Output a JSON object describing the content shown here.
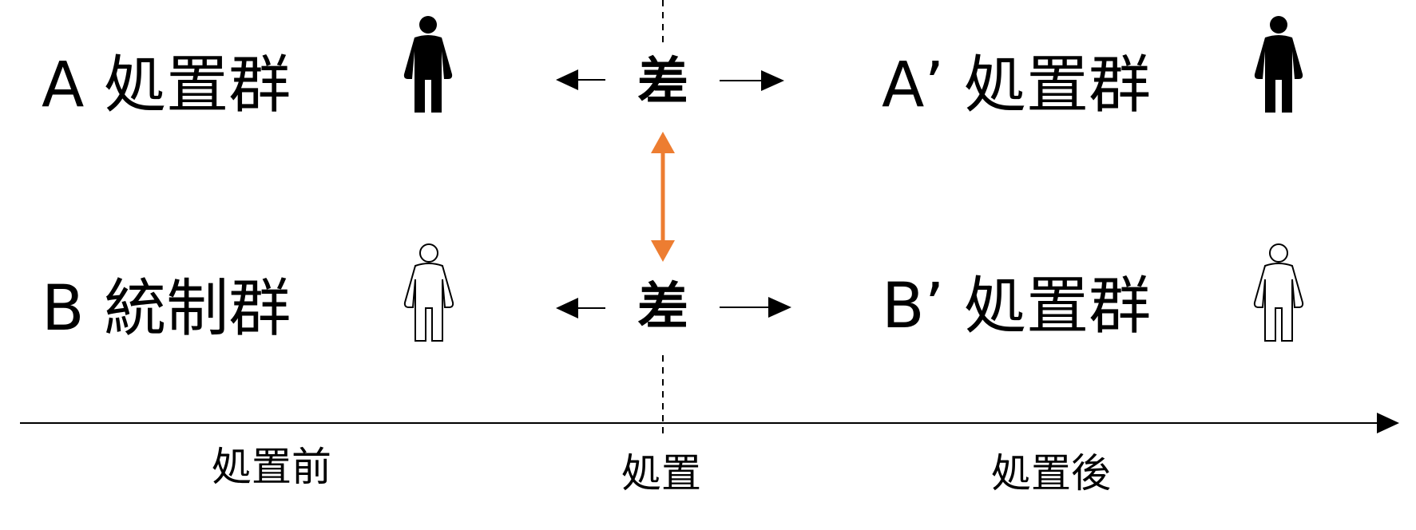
{
  "colors": {
    "ink": "#000000",
    "accent": "#ED7D31",
    "background": "#FFFFFF"
  },
  "groups": {
    "a_before": "A 処置群",
    "a_after": "A’ 処置群",
    "b_before": "B 統制群",
    "b_after": "B’ 処置群"
  },
  "differences": {
    "top": "差",
    "bottom": "差"
  },
  "timeline": {
    "before": "処置前",
    "treatment": "処置",
    "after": "処置後"
  },
  "icons": {
    "treated_person": "person-filled-icon",
    "control_person": "person-outline-icon",
    "time_arrow": "arrow-right-icon",
    "compare_arrow": "double-arrow-vertical-icon"
  }
}
